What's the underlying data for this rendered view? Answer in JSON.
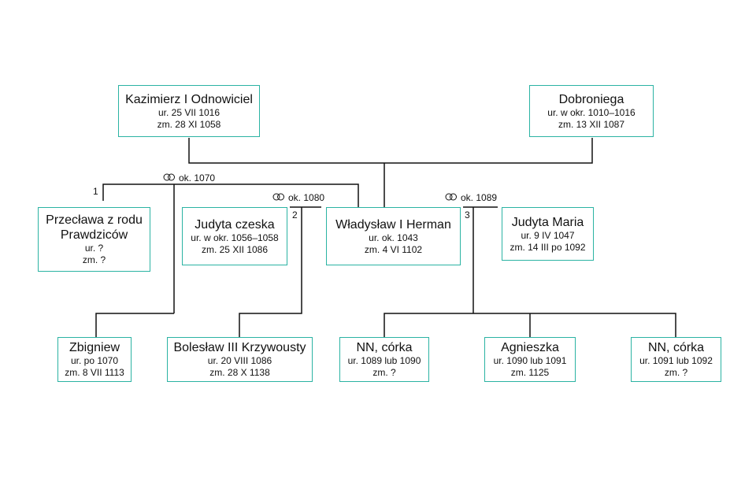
{
  "persons": {
    "kazimierz": {
      "name": "Kazimierz I Odnowiciel",
      "born": "ur. 25 VII 1016",
      "died": "zm. 28 XI 1058"
    },
    "dobroniega": {
      "name": "Dobroniega",
      "born": "ur. w okr. 1010–1016",
      "died": "zm. 13 XII 1087"
    },
    "przeclawa": {
      "name": "Przecława z rodu Prawdziców",
      "born": "ur. ?",
      "died": "zm. ?"
    },
    "judyta_czeska": {
      "name": "Judyta czeska",
      "born": "ur. w okr. 1056–1058",
      "died": "zm. 25 XII 1086"
    },
    "wladyslaw": {
      "name": "Władysław I Herman",
      "born": "ur. ok. 1043",
      "died": "zm. 4 VI 1102"
    },
    "judyta_maria": {
      "name": "Judyta Maria",
      "born": "ur. 9 IV 1047",
      "died": "zm. 14 III po 1092"
    },
    "zbigniew": {
      "name": "Zbigniew",
      "born": "ur. po 1070",
      "died": "zm. 8 VII 1113"
    },
    "boleslaw": {
      "name": "Bolesław III Krzywousty",
      "born": "ur. 20 VIII 1086",
      "died": "zm. 28 X 1138"
    },
    "nn_corka_1": {
      "name": "NN, córka",
      "born": "ur. 1089 lub 1090",
      "died": "zm. ?"
    },
    "agnieszka": {
      "name": "Agnieszka",
      "born": "ur. 1090 lub 1091",
      "died": "zm. 1125"
    },
    "nn_corka_2": {
      "name": "NN, córka",
      "born": "ur. 1091 lub 1092",
      "died": "zm. ?"
    }
  },
  "marriages": {
    "m1": {
      "number": "1",
      "date": "ok. 1070"
    },
    "m2": {
      "number": "2",
      "date": "ok. 1080"
    },
    "m3": {
      "number": "3",
      "date": "ok. 1089"
    }
  },
  "colors": {
    "box_border": "#2bb3a3",
    "line": "#111111"
  },
  "icons": {
    "marriage": "marriage-rings-icon"
  }
}
